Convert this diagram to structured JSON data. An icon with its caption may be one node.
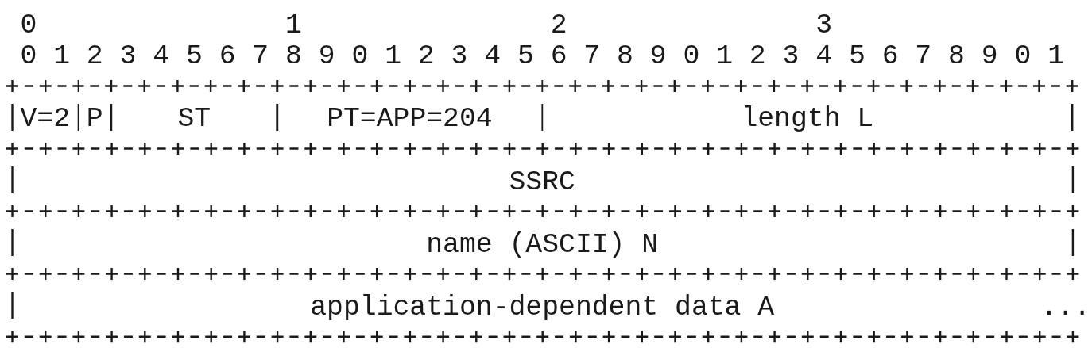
{
  "diagram": {
    "nodes": [
      {
        "text": [
          "V=2"
        ]
      },
      {
        "text": [
          "P"
        ]
      },
      {
        "text": [
          "ST"
        ]
      },
      {
        "text": [
          "PT=APP=204"
        ]
      },
      {
        "text": [
          "length L"
        ]
      },
      {
        "text": [
          "SSRC"
        ]
      },
      {
        "text": [
          "name (ASCII) N"
        ]
      },
      {
        "text": [
          "application-dependent data A",
          "..."
        ]
      }
    ],
    "labels": [
      "0",
      "1",
      "2",
      "3",
      "0",
      "1",
      "2",
      "3",
      "4",
      "5",
      "6",
      "7",
      "8",
      "9",
      "0",
      "1",
      "2",
      "3",
      "4",
      "5",
      "6",
      "7",
      "8",
      "9",
      "0",
      "1",
      "2",
      "3",
      "4",
      "5",
      "6",
      "7",
      "8",
      "9",
      "0",
      "1"
    ]
  }
}
